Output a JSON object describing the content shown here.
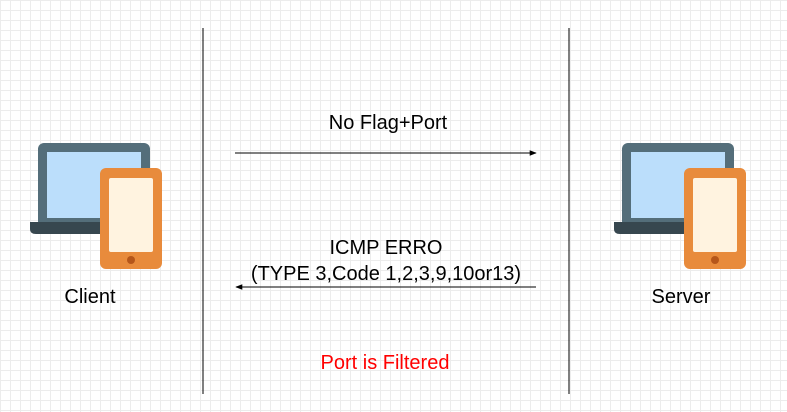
{
  "colors": {
    "laptop_frame": "#546e7a",
    "laptop_screen": "#bbdefb",
    "laptop_base": "#37474f",
    "phone_body": "#e88b3c",
    "phone_screen": "#fff3e0",
    "phone_button": "#b5561a",
    "line": "#000000",
    "result_text": "#ff0000"
  },
  "nodes": {
    "client": {
      "label": "Client",
      "icons": [
        "laptop-icon",
        "phone-icon"
      ]
    },
    "server": {
      "label": "Server",
      "icons": [
        "laptop-icon",
        "phone-icon"
      ]
    }
  },
  "messages": {
    "request": {
      "label": "No Flag+Port",
      "direction": "client-to-server"
    },
    "response": {
      "label_line1": "ICMP ERRO",
      "label_line2": "(TYPE 3,Code 1,2,3,9,10or13)",
      "direction": "server-to-client"
    }
  },
  "result": {
    "text": "Port is Filtered"
  }
}
